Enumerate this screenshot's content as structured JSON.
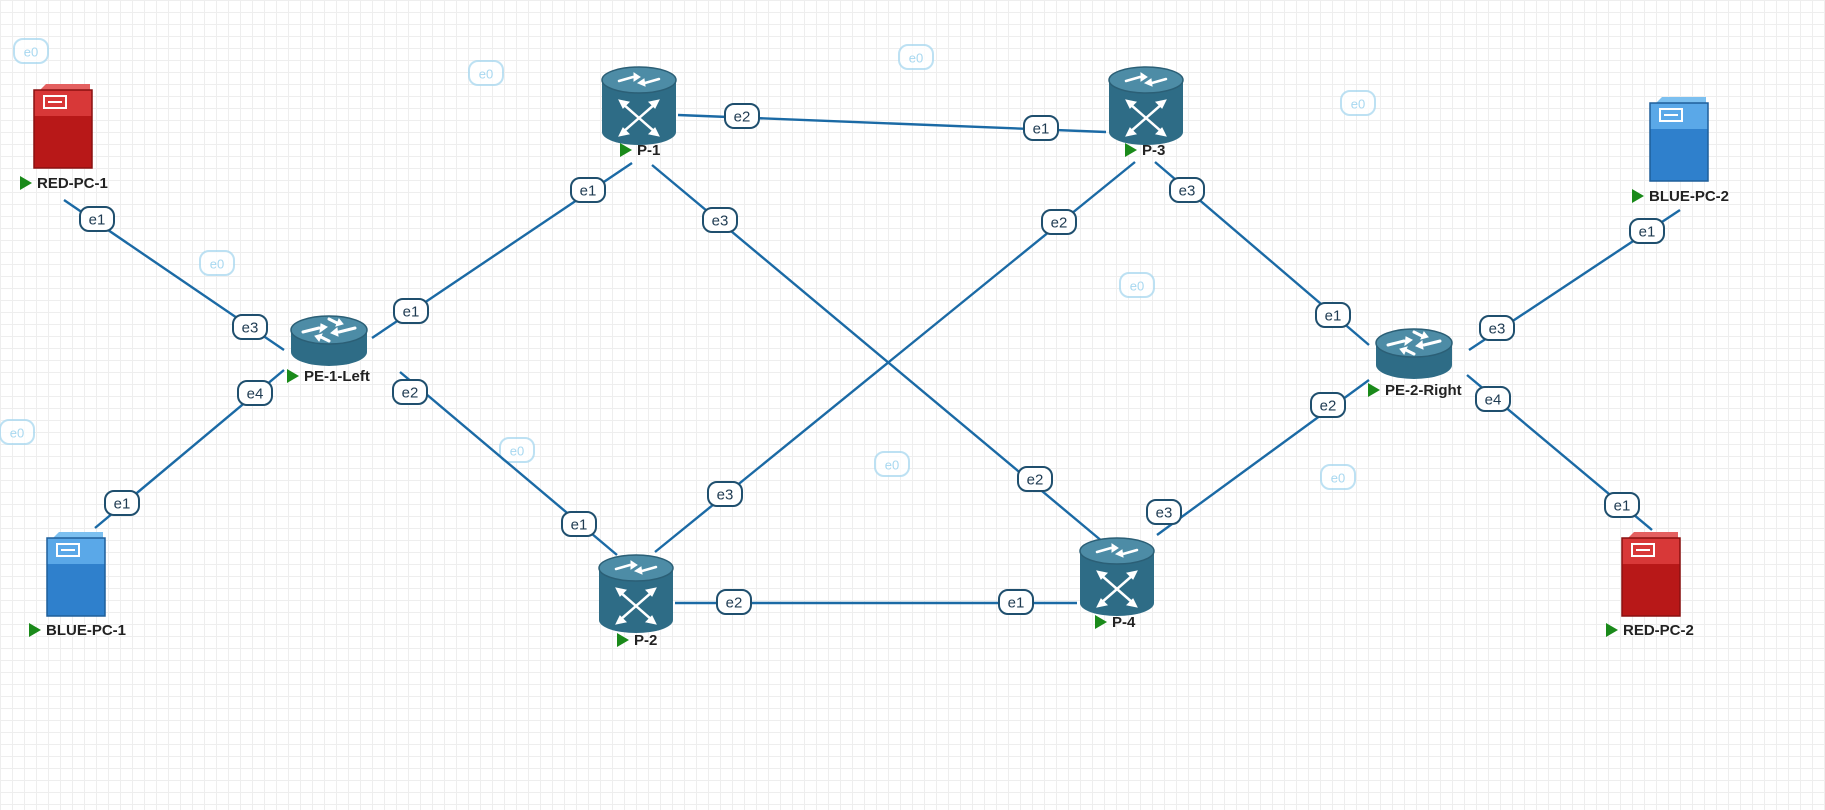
{
  "colors": {
    "link": "#1b6aa5",
    "router_body": "#2e6c86",
    "router_top": "#4d8ca6",
    "pc_red": "#cc2020",
    "pc_blue": "#3a8fd8",
    "play": "#1a8a1a",
    "port_border": "#1f4f6e",
    "ghost_port": "#a8d8f0"
  },
  "nodes": [
    {
      "id": "RED-PC-1",
      "label": "RED-PC-1",
      "kind": "pc-red"
    },
    {
      "id": "BLUE-PC-1",
      "label": "BLUE-PC-1",
      "kind": "pc-blue"
    },
    {
      "id": "PE-1-Left",
      "label": "PE-1-Left",
      "kind": "router"
    },
    {
      "id": "P-1",
      "label": "P-1",
      "kind": "switch"
    },
    {
      "id": "P-2",
      "label": "P-2",
      "kind": "switch"
    },
    {
      "id": "P-3",
      "label": "P-3",
      "kind": "switch"
    },
    {
      "id": "P-4",
      "label": "P-4",
      "kind": "switch"
    },
    {
      "id": "PE-2-Right",
      "label": "PE-2-Right",
      "kind": "router"
    },
    {
      "id": "BLUE-PC-2",
      "label": "BLUE-PC-2",
      "kind": "pc-blue"
    },
    {
      "id": "RED-PC-2",
      "label": "RED-PC-2",
      "kind": "pc-red"
    }
  ],
  "links": [
    {
      "from": "RED-PC-1",
      "from_port": "e1",
      "to": "PE-1-Left",
      "to_port": "e3"
    },
    {
      "from": "BLUE-PC-1",
      "from_port": "e1",
      "to": "PE-1-Left",
      "to_port": "e4"
    },
    {
      "from": "PE-1-Left",
      "from_port": "e1",
      "to": "P-1",
      "to_port": "e1"
    },
    {
      "from": "PE-1-Left",
      "from_port": "e2",
      "to": "P-2",
      "to_port": "e1"
    },
    {
      "from": "P-1",
      "from_port": "e2",
      "to": "P-3",
      "to_port": "e1"
    },
    {
      "from": "P-1",
      "from_port": "e3",
      "to": "P-4",
      "to_port": "e2"
    },
    {
      "from": "P-2",
      "from_port": "e3",
      "to": "P-3",
      "to_port": "e2"
    },
    {
      "from": "P-2",
      "from_port": "e2",
      "to": "P-4",
      "to_port": "e1"
    },
    {
      "from": "P-3",
      "from_port": "e3",
      "to": "PE-2-Right",
      "to_port": "e1"
    },
    {
      "from": "P-4",
      "from_port": "e3",
      "to": "PE-2-Right",
      "to_port": "e2"
    },
    {
      "from": "PE-2-Right",
      "from_port": "e3",
      "to": "BLUE-PC-2",
      "to_port": "e1"
    },
    {
      "from": "PE-2-Right",
      "from_port": "e4",
      "to": "RED-PC-2",
      "to_port": "e1"
    }
  ],
  "unconnected_port_label": "e0"
}
